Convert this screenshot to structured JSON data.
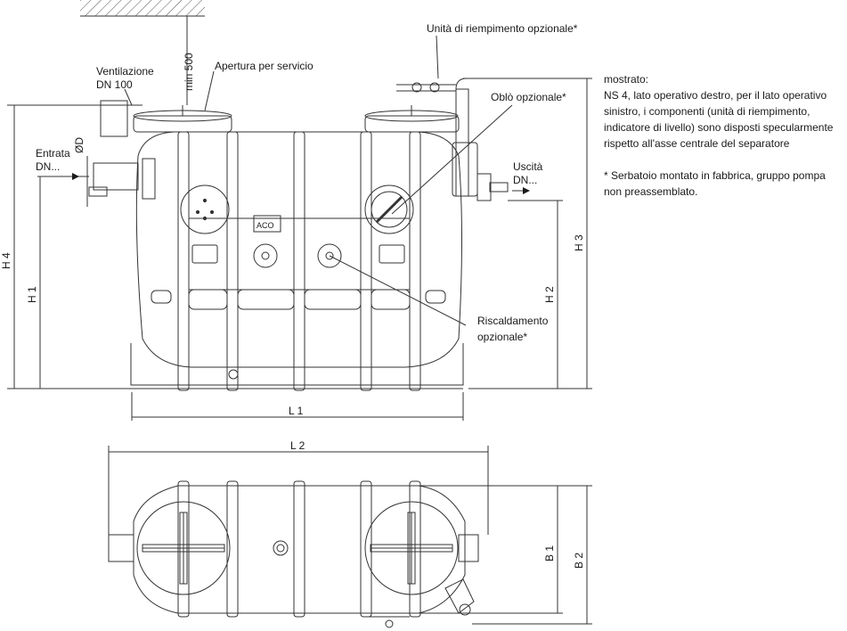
{
  "labels": {
    "fill_unit": "Unità di riempimento opzionale*",
    "vent_line1": "Ventilazione",
    "vent_line2": "DN 100",
    "service_opening": "Apertura per servicio",
    "min500": "min 500",
    "porthole": "Oblò opzionale*",
    "inlet_line1": "Entrata",
    "inlet_line2": "DN...",
    "diameter": "ØD",
    "outlet_line1": "Uscità",
    "outlet_line2": "DN...",
    "heating_line1": "Riscaldamento",
    "heating_line2": "opzionale*",
    "brand": "ACO"
  },
  "dimensions": {
    "h4": "H 4",
    "h1": "H 1",
    "h2": "H 2",
    "h3": "H 3",
    "l1": "L 1",
    "l2": "L 2",
    "b1": "B 1",
    "b2": "B 2"
  },
  "notes": {
    "line1": "mostrato:",
    "line2": "NS 4, lato operativo destro, per il lato operativo sinistro, i componenti (unità di riempimento, indicatore di livello) sono disposti specularmente rispetto all'asse centrale del separatore",
    "line3": "* Serbatoio montato in fabbrica, gruppo pompa non preassemblato."
  }
}
